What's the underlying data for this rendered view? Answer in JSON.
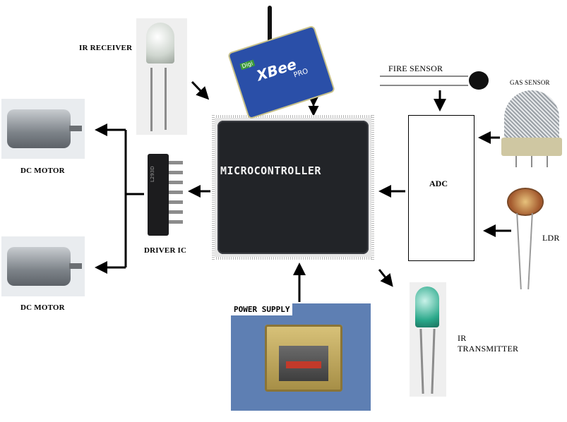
{
  "labels": {
    "ir_receiver": "IR RECEIVER",
    "dc_motor_top": "DC MOTOR",
    "dc_motor_bottom": "DC MOTOR",
    "driver_ic": "DRIVER IC",
    "microcontroller": "MICROCONTROLLER",
    "fire_sensor": "FIRE SENSOR",
    "gas_sensor": "GAS SENSOR",
    "adc": "ADC",
    "ldr": "LDR",
    "ir_transmitter_line1": "IR",
    "ir_transmitter_line2": "TRANSMITTER",
    "power_supply": "POWER SUPPLY"
  },
  "module_text": {
    "xbee_logo": "XBee",
    "xbee_sub": "PRO",
    "digi": "Digi",
    "driver_marking": "L293D"
  },
  "colors": {
    "chip": "#222428",
    "xbee": "#2a4fa8",
    "motor": "#9ea3a8",
    "arrow": "#000000"
  }
}
